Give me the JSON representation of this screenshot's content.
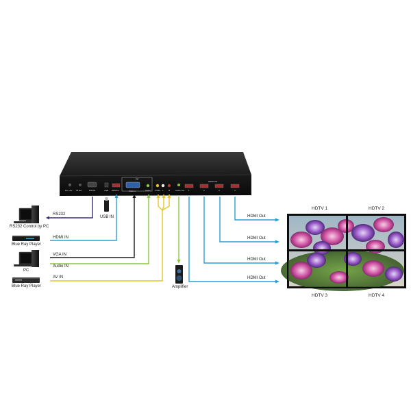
{
  "colors": {
    "rs232": "#3b2f7a",
    "hdmi": "#2a9ed4",
    "vga": "#1a1a1a",
    "audio": "#8cc63f",
    "av": "#e6c52a"
  },
  "device": {
    "panel_text": "PC",
    "port_labels": [
      "DC 12V",
      "IR Ext",
      "RS232",
      "USB",
      "HDMI In",
      "VGA In",
      "Audio",
      "CVBS",
      "L",
      "R",
      "Audio Out",
      "HDMI Out"
    ],
    "out_numbers": [
      "1",
      "2",
      "3",
      "4"
    ]
  },
  "sources": [
    {
      "id": "rs232",
      "device_label": "RS232 Control by PC",
      "cable_label": "RS232"
    },
    {
      "id": "bluray1",
      "device_label": "Blue Ray Player",
      "cable_label": "HDMI IN"
    },
    {
      "id": "pc",
      "device_label": "PC",
      "cable_label": "VGA IN",
      "cable_label_2": "Audio IN"
    },
    {
      "id": "bluray2",
      "device_label": "Blue Ray Player",
      "cable_label": "AV IN"
    }
  ],
  "usb_label": "USB IN",
  "amplifier_label": "Amplifier",
  "outputs": [
    {
      "label": "HDMI Out"
    },
    {
      "label": "HDMI Out"
    },
    {
      "label": "HDMI Out"
    },
    {
      "label": "HDMI Out"
    }
  ],
  "tv_labels": [
    "HDTV 1",
    "HDTV 2",
    "HDTV 3",
    "HDTV 4"
  ]
}
